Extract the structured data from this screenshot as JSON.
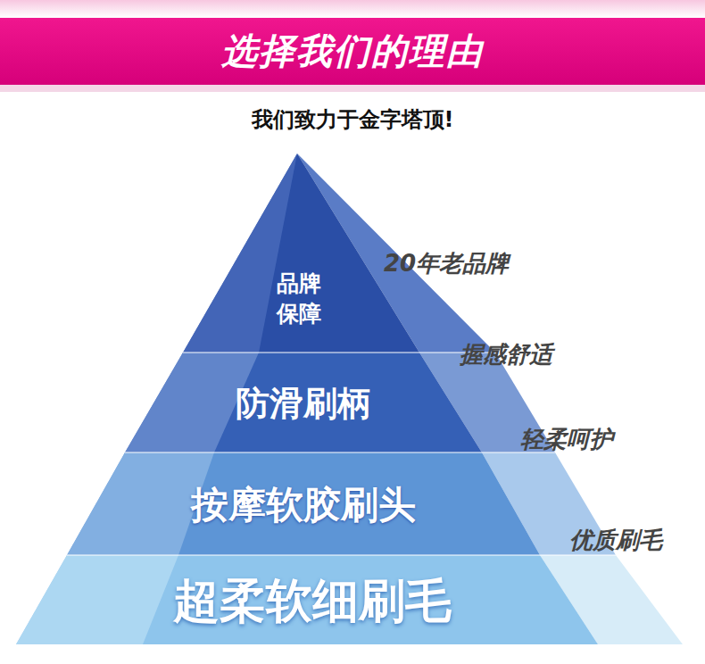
{
  "diagram": {
    "title": "选择我们的理由",
    "nodes": [
      {
        "text": [
          "品牌 保障"
        ]
      },
      {
        "text": [
          "防滑刷柄"
        ]
      },
      {
        "text": [
          "按摩软胶刷头"
        ]
      },
      {
        "text": [
          "超柔软细刷毛"
        ]
      }
    ],
    "labels": [
      "我们致力于金字塔顶!",
      "20年老品牌",
      "握感舒适",
      "轻柔呵护",
      "优质刷毛"
    ]
  }
}
